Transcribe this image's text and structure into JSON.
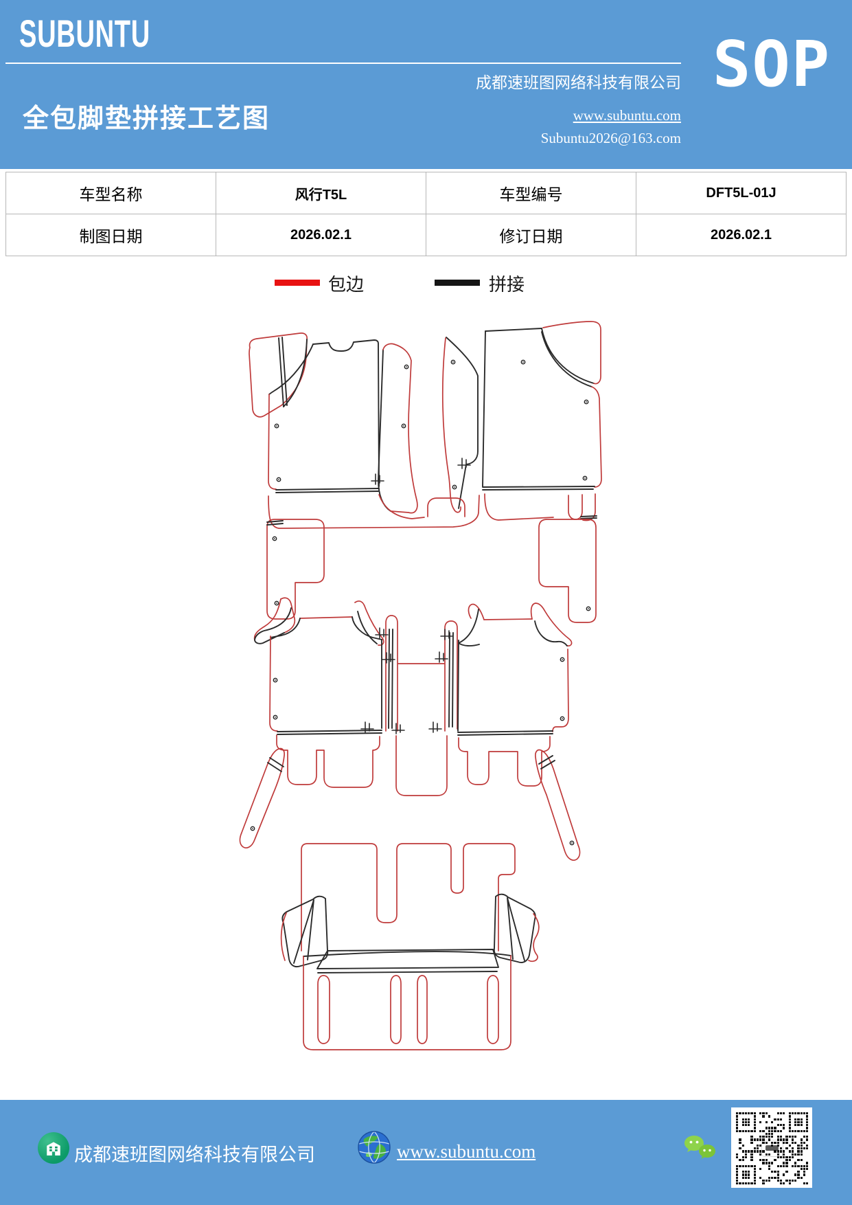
{
  "header": {
    "logo": "SUBUNTU",
    "company": "成都速班图网络科技有限公司",
    "title": "全包脚垫拼接工艺图",
    "website": "www.subuntu.com",
    "email": "Subuntu2026@163.com",
    "sop": "SOP",
    "brand_color": "#5B9BD5"
  },
  "info_table": {
    "rows": [
      {
        "cells": [
          {
            "text": "车型名称"
          },
          {
            "text": "风行T5L"
          },
          {
            "text": "车型编号"
          },
          {
            "text": "DFT5L-01J"
          }
        ]
      },
      {
        "cells": [
          {
            "text": "制图日期"
          },
          {
            "text": "2026.02.1"
          },
          {
            "text": "修订日期"
          },
          {
            "text": "2026.02.1"
          }
        ]
      }
    ]
  },
  "legend": {
    "items": [
      {
        "label": "包边",
        "color": "#e81212"
      },
      {
        "label": "拼接",
        "color": "#151515"
      }
    ]
  },
  "diagram": {
    "edge_color": "#bf3a3a",
    "seam_color": "#2b2b2b"
  },
  "footer": {
    "company": "成都速班图网络科技有限公司",
    "website": "www.subuntu.com",
    "icons": [
      "company-building-icon",
      "globe-icon",
      "wechat-icon",
      "qr-code"
    ]
  }
}
